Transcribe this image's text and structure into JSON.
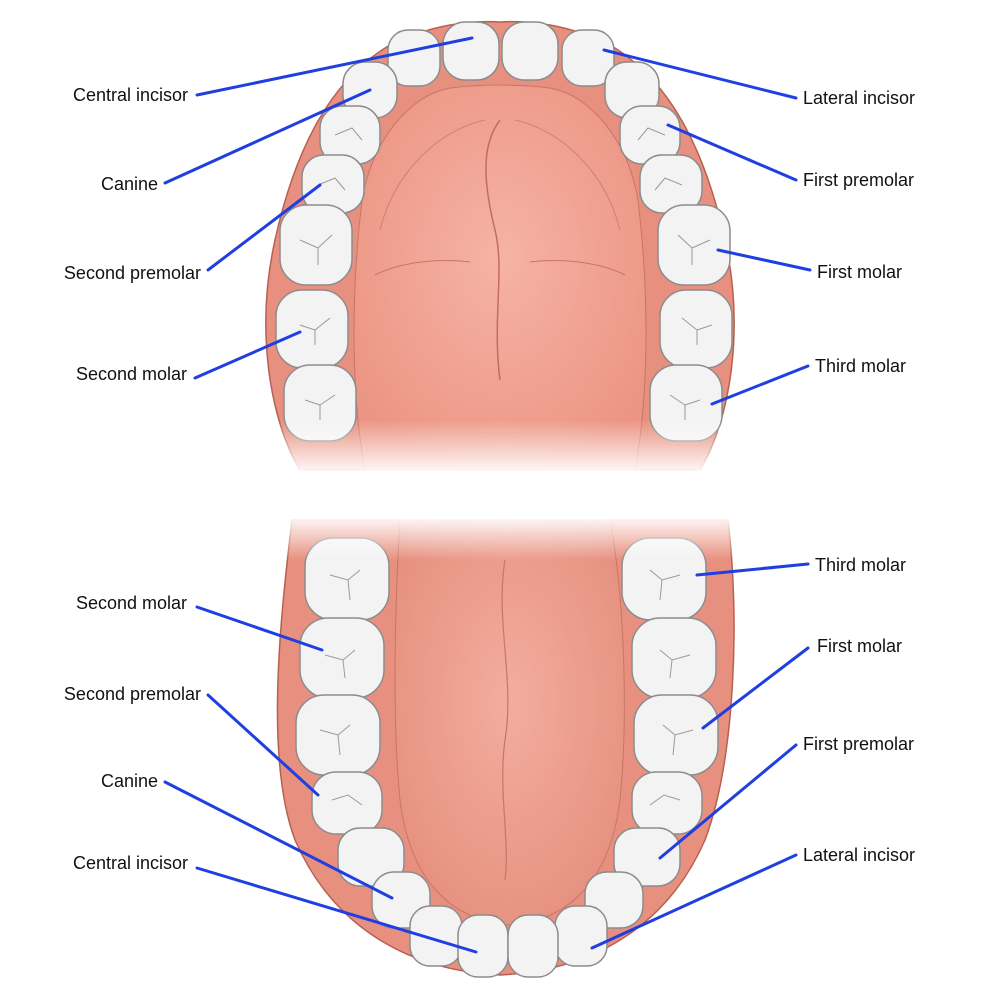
{
  "colors": {
    "gum": "#e8907f",
    "gum_light": "#f2a898",
    "gum_edge": "#b8604f",
    "palate": "#f4a596",
    "tongue": "#efa08f",
    "tooth": "#f3f3f3",
    "tooth_edge": "#8c8c8c",
    "leader": "#1f3fe0",
    "text": "#111111"
  },
  "upper_labels": {
    "central_incisor": "Central incisor",
    "canine": "Canine",
    "second_premolar": "Second premolar",
    "second_molar": "Second molar",
    "lateral_incisor": "Lateral incisor",
    "first_premolar": "First premolar",
    "first_molar": "First molar",
    "third_molar": "Third molar"
  },
  "lower_labels": {
    "third_molar": "Third molar",
    "second_molar": "Second molar",
    "first_molar": "First molar",
    "second_premolar": "Second premolar",
    "first_premolar": "First premolar",
    "canine": "Canine",
    "central_incisor": "Central incisor",
    "lateral_incisor": "Lateral incisor"
  }
}
